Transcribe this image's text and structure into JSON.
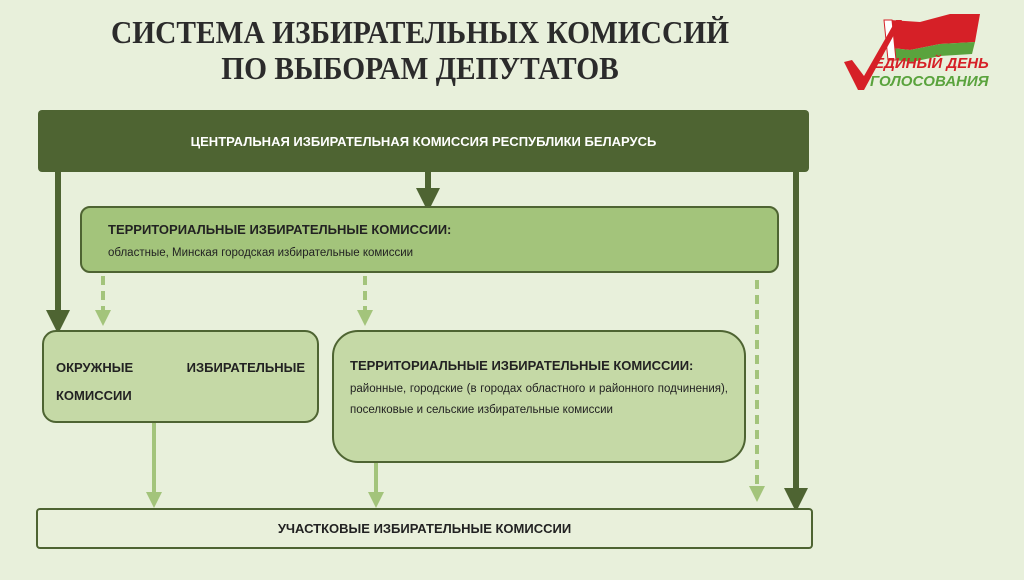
{
  "title": {
    "line1": "СИСТЕМА ИЗБИРАТЕЛЬНЫХ КОМИССИЙ",
    "line2": "ПО ВЫБОРАМ ДЕПУТАТОВ"
  },
  "logo": {
    "line1": "ЕДИНЫЙ ДЕНЬ",
    "line2": "ГОЛОСОВАНИЯ"
  },
  "cec": "ЦЕНТРАЛЬНАЯ ИЗБИРАТЕЛЬНАЯ КОМИССИЯ РЕСПУБЛИКИ БЕЛАРУСЬ",
  "territorial_regional": {
    "heading": "ТЕРРИТОРИАЛЬНЫЕ ИЗБИРАТЕЛЬНЫЕ КОМИССИИ:",
    "text": "областные, Минская городская избирательные комиссии"
  },
  "district": "ОКРУЖНЫЕ ИЗБИРАТЕЛЬНЫЕ КОМИССИИ",
  "territorial_local": {
    "heading": "ТЕРРИТОРИАЛЬНЫЕ ИЗБИРАТЕЛЬНЫЕ КОМИССИИ:",
    "text": "районные, городские (в городах областного и районного подчинения), поселковые и сельские избирательные комиссии"
  },
  "precinct": "УЧАСТКОВЫЕ ИЗБИРАТЕЛЬНЫЕ КОМИССИИ",
  "colors": {
    "dark": "#4e6432",
    "light": "#a3c47b",
    "red": "#d62027"
  }
}
